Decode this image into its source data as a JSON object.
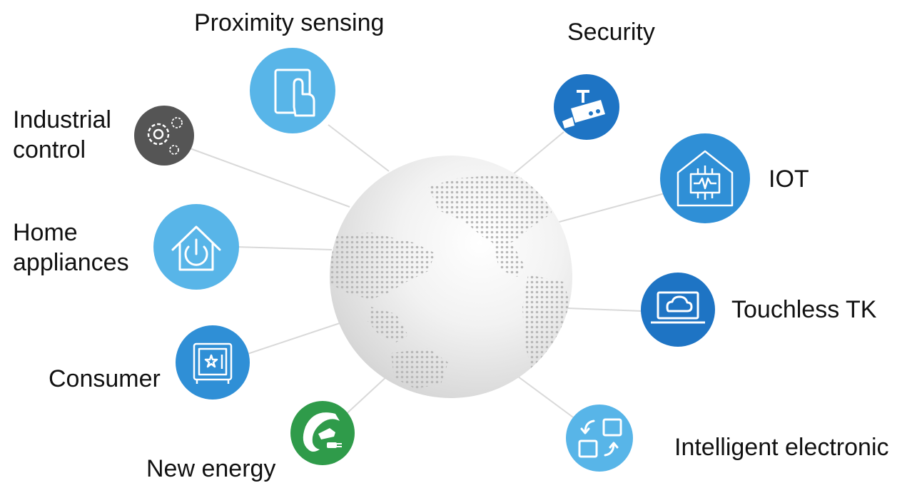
{
  "labels": {
    "proximity": "Proximity sensing",
    "security": "Security",
    "industrial_line1": "Industrial",
    "industrial_line2": "control",
    "iot": "IOT",
    "home_line1": "Home",
    "home_line2": "appliances",
    "touchless": "Touchless TK",
    "consumer": "Consumer",
    "new_energy": "New energy",
    "intelligent": "Intelligent electronic"
  },
  "colors": {
    "light_blue": "#58b5e8",
    "mid_blue": "#2f8fd6",
    "dark_blue": "#1e74c4",
    "gray_icon": "#555555",
    "green": "#2f9b4a",
    "connector": "#d9d9d9",
    "globe_dots": "#bdbdbd"
  },
  "icons": [
    "touch-tablet-icon",
    "security-camera-icon",
    "gears-icon",
    "iot-chip-house-icon",
    "home-power-icon",
    "laptop-cloud-icon",
    "safe-icon",
    "ev-plug-icon",
    "rotate-squares-icon"
  ]
}
